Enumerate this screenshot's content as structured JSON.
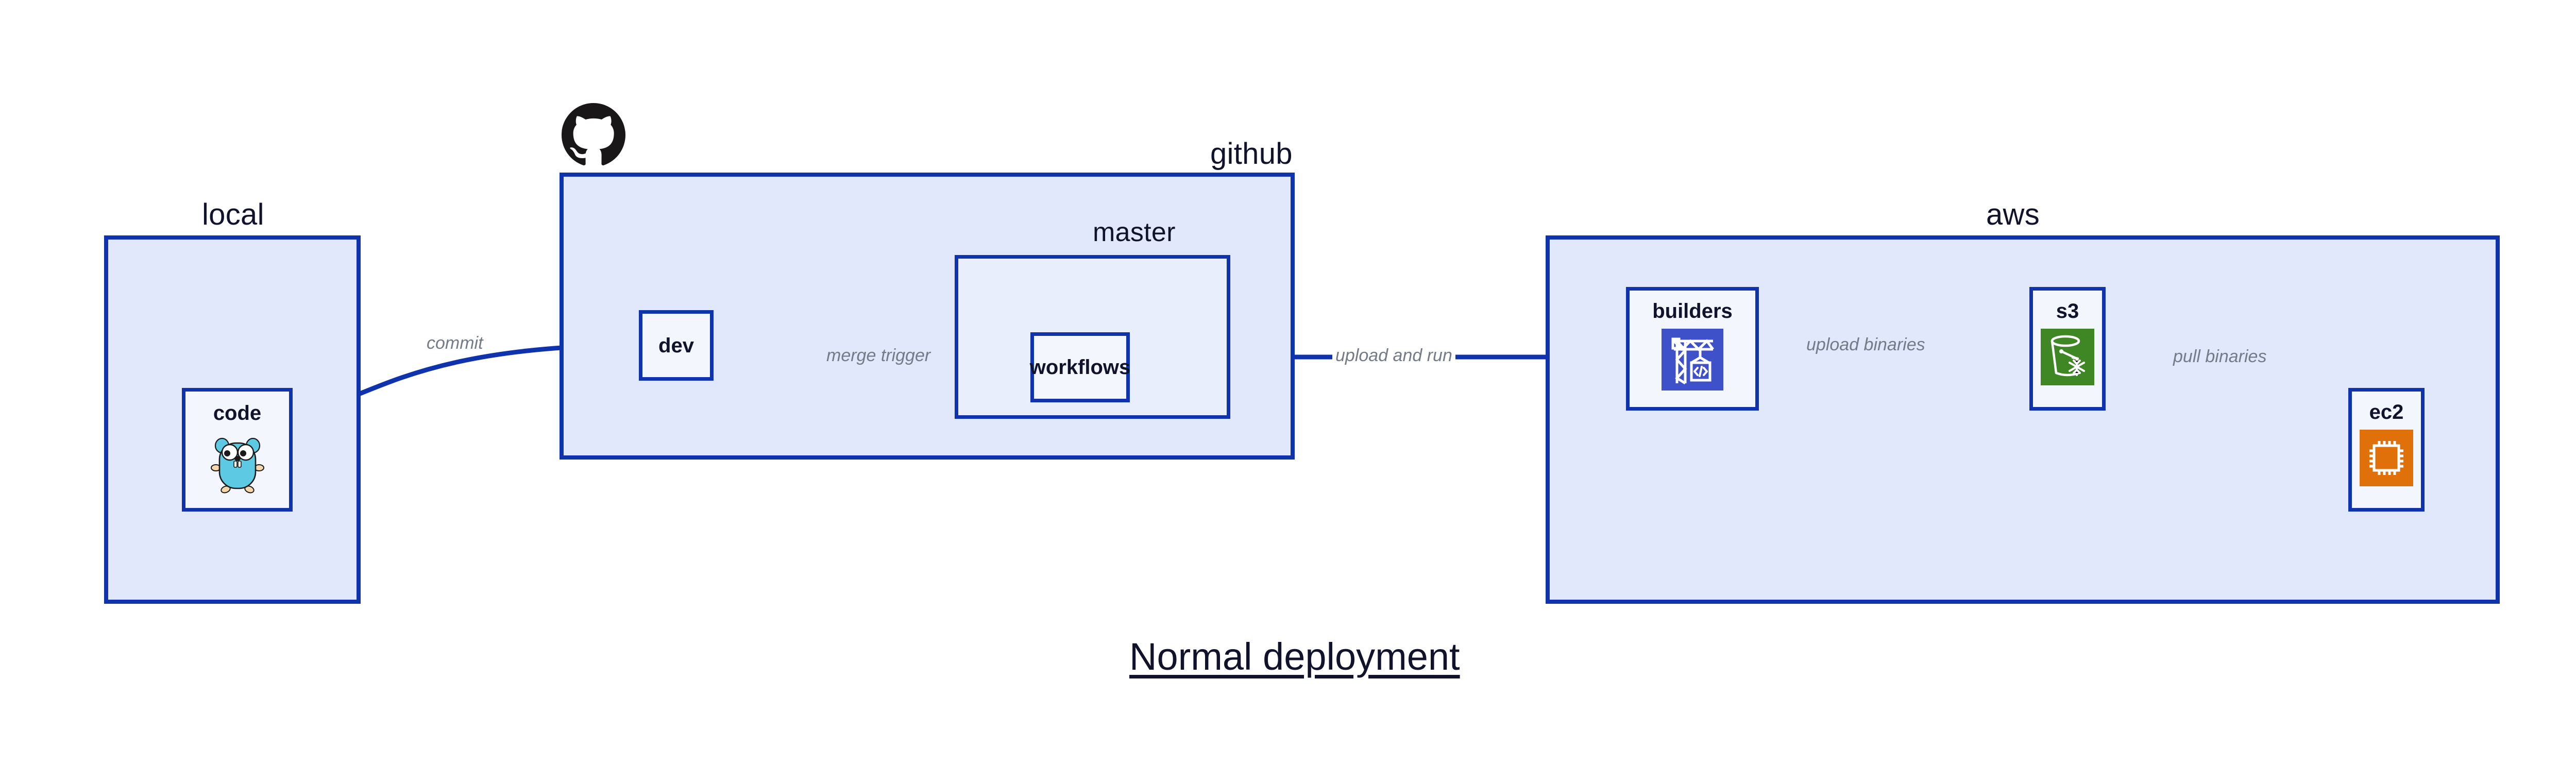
{
  "title": "Normal deployment",
  "theme": {
    "edge_color": "#0f33ad",
    "group_fill": "#e1e8fb",
    "subgroup_fill": "#e9eefc",
    "node_fill": "#f3f6fd",
    "label_color": "#10132b",
    "edge_label_color": "#737b87",
    "gopher_cyan": "#5dc9e2",
    "builders_tile": "#3f51c8",
    "s3_tile": "#3f8624",
    "ec2_tile": "#e0700a"
  },
  "groups": {
    "local": {
      "label": "local",
      "nodes": {
        "code": {
          "label": "code",
          "icon": "go-gopher-icon"
        }
      }
    },
    "github": {
      "label": "github",
      "logo": "github-octocat-icon",
      "nodes": {
        "dev": {
          "label": "dev"
        }
      },
      "subgroups": {
        "master": {
          "label": "master",
          "nodes": {
            "workflows": {
              "label": "workflows"
            }
          }
        }
      }
    },
    "aws": {
      "label": "aws",
      "nodes": {
        "builders": {
          "label": "builders",
          "icon": "aws-builders-crane-icon"
        },
        "s3": {
          "label": "s3",
          "icon": "aws-s3-bucket-icon"
        },
        "ec2": {
          "label": "ec2",
          "icon": "aws-ec2-chip-icon"
        }
      }
    }
  },
  "edges": [
    {
      "id": "commit",
      "label": "commit",
      "from": "code",
      "to": "dev"
    },
    {
      "id": "merge-trigger",
      "label": "merge trigger",
      "from": "dev",
      "to": "workflows"
    },
    {
      "id": "upload-and-run",
      "label": "upload and run",
      "from": "workflows",
      "to": "builders"
    },
    {
      "id": "upload-binaries",
      "label": "upload binaries",
      "from": "builders",
      "to": "s3"
    },
    {
      "id": "pull-binaries",
      "label": "pull binaries",
      "from": "s3",
      "to": "ec2"
    }
  ]
}
